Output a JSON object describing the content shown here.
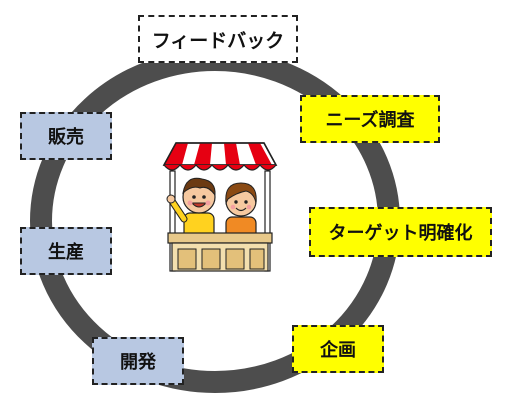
{
  "cycle": {
    "steps": [
      {
        "label": "フィードバック"
      },
      {
        "label": "ニーズ調査"
      },
      {
        "label": "ターゲット明確化"
      },
      {
        "label": "企画"
      },
      {
        "label": "開発"
      },
      {
        "label": "生産"
      },
      {
        "label": "販売"
      }
    ]
  },
  "colors": {
    "ring": "#4d4d4d",
    "yellow_box": "#ffff00",
    "blue_box": "#b8c8e2",
    "white_box": "#ffffff",
    "awning_red": "#e60012"
  },
  "illustration": {
    "icon": "shop-stall-with-children-icon"
  }
}
